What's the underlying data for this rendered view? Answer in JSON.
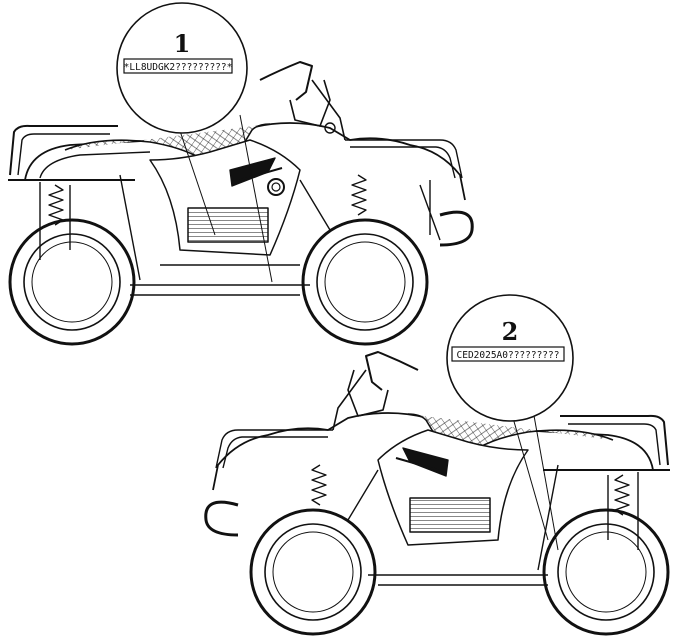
{
  "callouts": [
    {
      "number": "1",
      "plate": "*LL8UDGK2?????????*"
    },
    {
      "number": "2",
      "plate": "CED2025A0?????????"
    }
  ],
  "colors": {
    "line": "#111111",
    "background": "#ffffff"
  }
}
